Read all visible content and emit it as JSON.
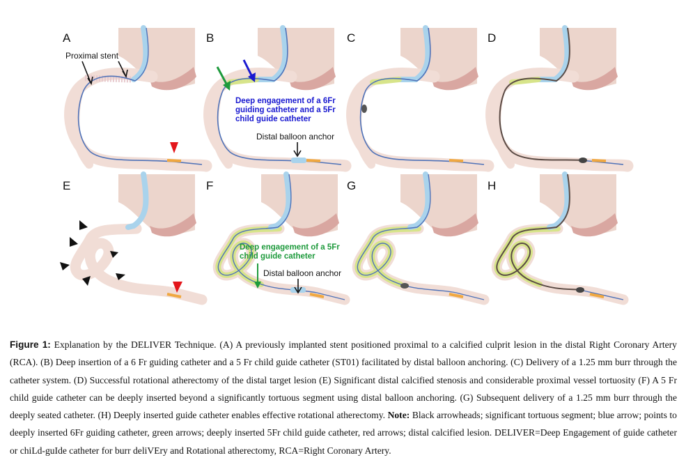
{
  "figure": {
    "panels": [
      "A",
      "B",
      "C",
      "D",
      "E",
      "F",
      "G",
      "H"
    ],
    "labels": {
      "proximal_stent": "Proximal stent",
      "b_blue_line1": "Deep engagement of a 6Fr",
      "b_blue_line2": "guiding catheter and a 5Fr",
      "b_blue_line3": "child guide catheter",
      "distal_balloon_anchor_b": "Distal balloon anchor",
      "f_green_line1": "Deep engagement of a 5Fr",
      "f_green_line2": "child guide catheter",
      "distal_balloon_anchor_f": "Distal balloon anchor"
    },
    "colors": {
      "vessel": "#f1ddd6",
      "heart": "#ecd5cc",
      "heart_dark": "#d9a7a1",
      "guide_catheter": "#a9d3ec",
      "child_catheter": "#d7e48a",
      "wire": "#4f72b8",
      "lesion": "#f0a841",
      "red_arrow": "#e3161b",
      "green_arrow": "#1e9a3c",
      "blue_arrow": "#1a1ad0"
    }
  },
  "caption": {
    "label": "Figure 1:",
    "text": "Explanation by the DELIVER Technique. (A) A previously implanted stent positioned proximal to a calcified culprit lesion in the distal Right Coronary Artery (RCA). (B) Deep insertion of a 6 Fr guiding catheter and a 5 Fr child guide catheter (ST01) facilitated by distal balloon anchoring. (C) Delivery of a 1.25 mm burr through the catheter system. (D) Successful rotational atherectomy of the distal target lesion (E) Significant distal calcified stenosis and considerable proximal vessel tortuosity (F) A 5 Fr child guide catheter can be deeply inserted beyond a significantly tortuous segment using distal balloon anchoring. (G) Subsequent delivery of a 1.25 mm burr through the deeply seated catheter. (H) Deeply inserted guide catheter enables effective rotational atherectomy.",
    "note_label": "Note:",
    "note_text": "Black arrowheads; significant tortuous segment; blue arrow; points to deeply inserted 6Fr guiding catheter, green arrows; deeply inserted 5Fr child guide catheter, red arrows; distal calcified lesion. DELIVER=Deep Engagement of guide catheter or chiLd-guIde catheter for burr deliVEry and Rotational atherectomy, RCA=Right Coronary Artery."
  }
}
